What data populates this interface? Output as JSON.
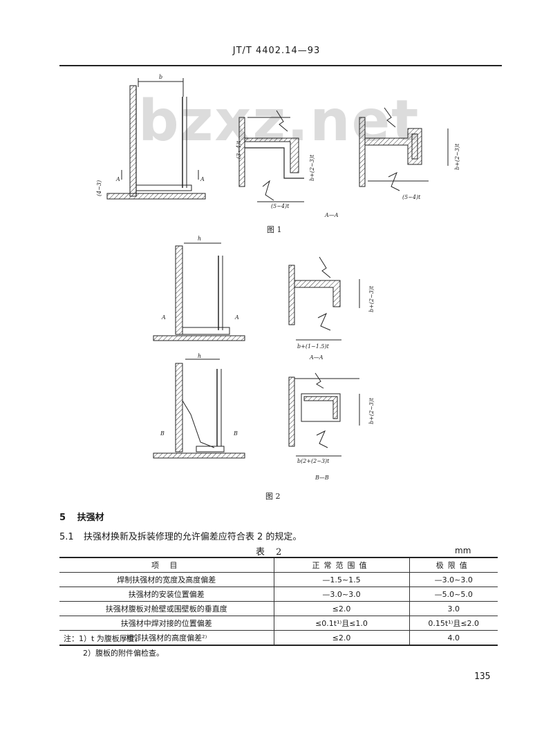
{
  "header": {
    "doc_number": "JT/T 4402.14—93"
  },
  "watermark": "bzxz.net",
  "figure1": {
    "caption": "图  1",
    "label_a": "A",
    "label_b": "b",
    "label_h": "(4~3)",
    "label_v1": "(3~4)t",
    "label_v2": "b+(2~3)t",
    "label_bottom": "(5~4)t",
    "label_right_v": "b+(2~3)t",
    "label_right_bottom": "(5~4)t",
    "section": "A—A"
  },
  "figure2": {
    "caption": "图  2",
    "label_a": "A",
    "label_b": "B",
    "label_h": "h",
    "top_dim_v": "b+(2~3)t",
    "top_dim_h": "b+(1~1.5)t",
    "top_section": "A—A",
    "bottom_dim_v": "b+(2~3)t",
    "bottom_dim_h": "b(2+(2~3)t",
    "bottom_section": "B—B"
  },
  "section5": {
    "number": "5",
    "title": "扶强材",
    "para_number": "5.1",
    "para_text": "扶强材换新及拆装修理的允许偏差应符合表 2 的规定。"
  },
  "table2": {
    "caption": "表  2",
    "unit": "mm",
    "headers": [
      "项   目",
      "正常范围值",
      "极限值"
    ],
    "rows": [
      [
        "焊制扶强材的宽度及高度偏差",
        "—1.5~1.5",
        "—3.0~3.0"
      ],
      [
        "扶强材的安装位置偏差",
        "—3.0~3.0",
        "—5.0~5.0"
      ],
      [
        "扶强材腹板对舱壁或围壁板的垂直度",
        "≤2.0",
        "3.0"
      ],
      [
        "扶强材中焊对接的位置偏差",
        "≤0.1t¹⁾且≤1.0",
        "0.15t¹⁾且≤2.0"
      ],
      [
        "相邻扶强材的高度偏差²⁾",
        "≤2.0",
        "4.0"
      ]
    ]
  },
  "notes": {
    "note1": "注：1）t 为腹板厚度。",
    "note2": "2）腹板的附件偏检查。"
  },
  "page_number": "135"
}
